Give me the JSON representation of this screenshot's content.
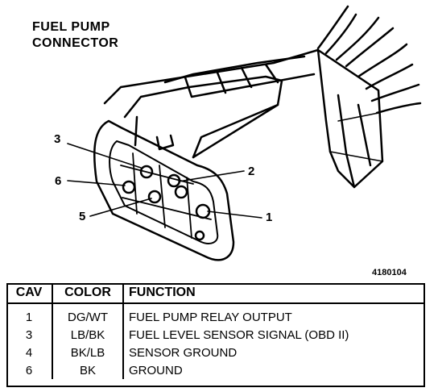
{
  "title": {
    "line1": "FUEL PUMP",
    "line2": "CONNECTOR"
  },
  "callouts": [
    "3",
    "6",
    "2",
    "5",
    "1"
  ],
  "figure_id": "4180104",
  "table": {
    "headers": [
      "CAV",
      "COLOR",
      "FUNCTION"
    ],
    "rows": [
      {
        "cav": "1",
        "color": "DG/WT",
        "function": "FUEL PUMP RELAY OUTPUT"
      },
      {
        "cav": "3",
        "color": "LB/BK",
        "function": "FUEL LEVEL SENSOR SIGNAL (OBD II)"
      },
      {
        "cav": "4",
        "color": "BK/LB",
        "function": "SENSOR GROUND"
      },
      {
        "cav": "6",
        "color": "BK",
        "function": "GROUND"
      }
    ]
  }
}
